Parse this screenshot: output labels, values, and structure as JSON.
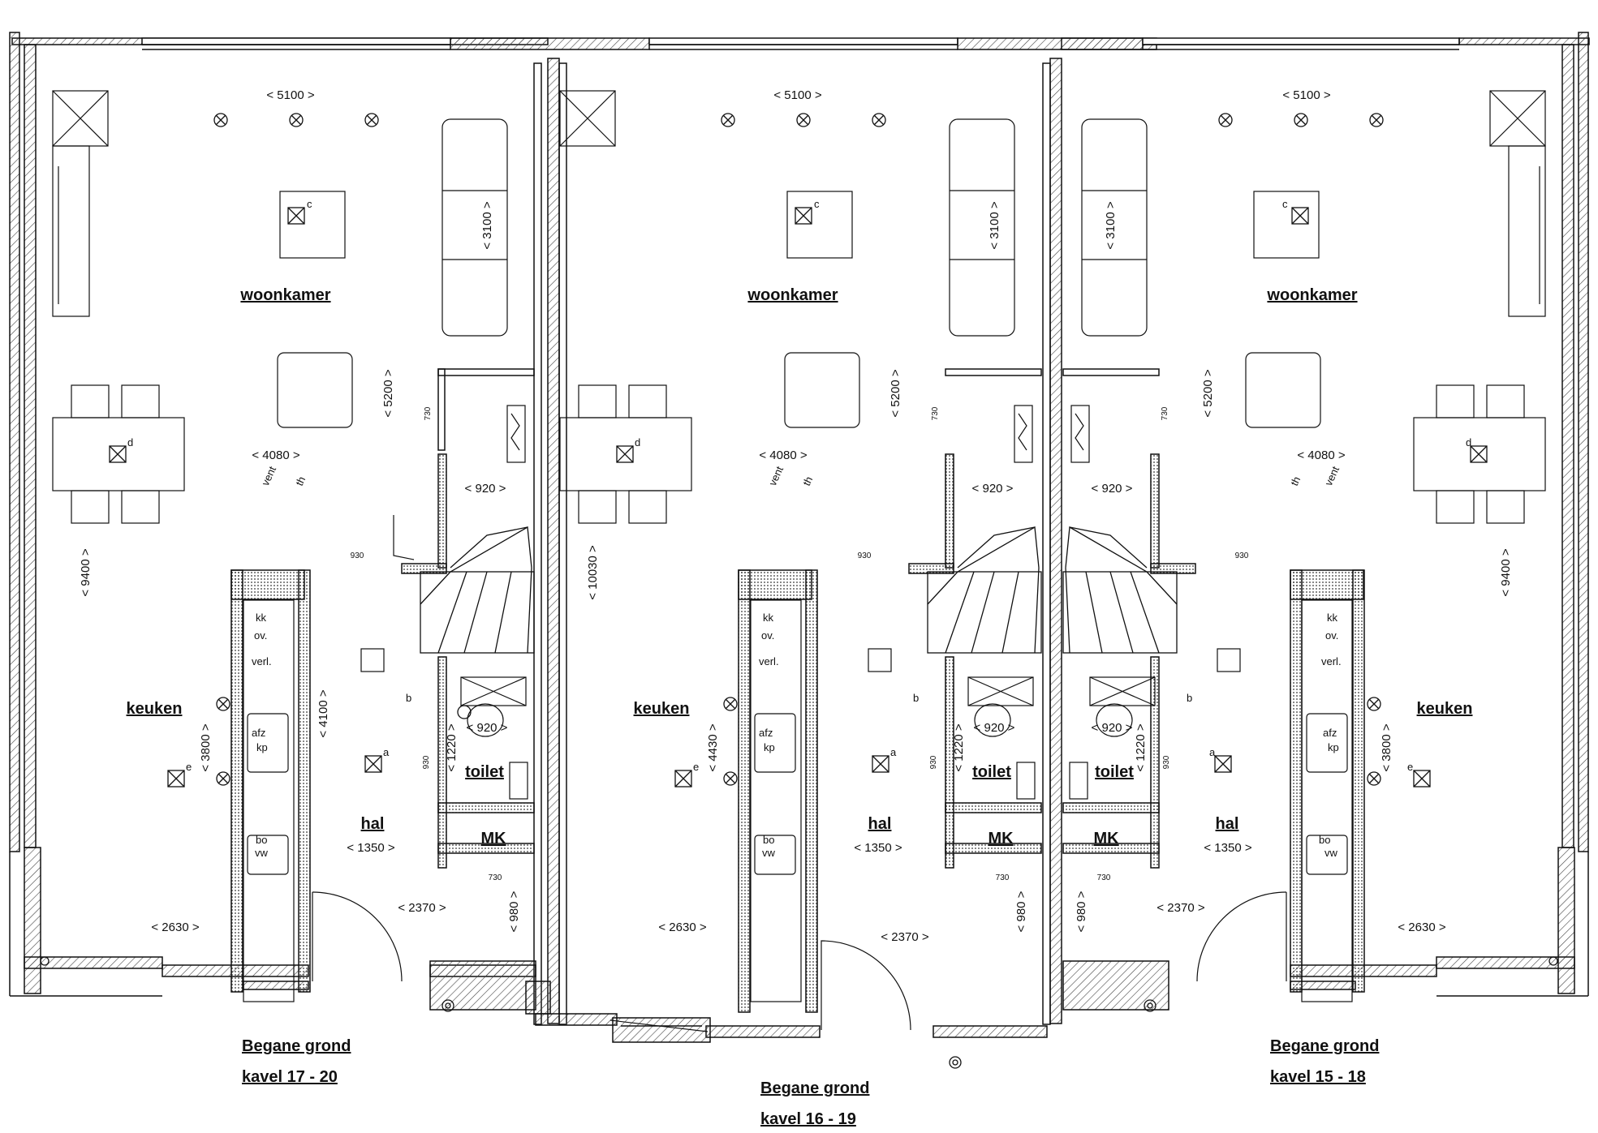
{
  "units": [
    {
      "caption1": "Begane grond",
      "caption2": "kavel 17 - 20",
      "woonkamer": "woonkamer",
      "keuken": "keuken",
      "hal": "hal",
      "toilet": "toilet",
      "mk": "MK",
      "dim_5100": "< 5100 >",
      "dim_3100": "< 3100 >",
      "dim_5200": "< 5200 >",
      "dim_4080": "< 4080 >",
      "dim_920a": "< 920 >",
      "dim_920b": "< 920 >",
      "dim_depth": "< 9400 >",
      "dim_3800": "< 3800 >",
      "dim_4100": "< 4100 >",
      "dim_1220": "< 1220 >",
      "dim_1350": "< 1350 >",
      "dim_2370": "< 2370 >",
      "dim_980": "< 980 >",
      "dim_2630": "< 2630 >",
      "door_930": "930",
      "door_730a": "730",
      "door_730b": "730",
      "door_930b": "930",
      "lbl_c": "c",
      "lbl_d": "d",
      "lbl_e": "e",
      "lbl_a": "a",
      "lbl_b": "b",
      "lbl_vent": "vent",
      "lbl_th": "th",
      "lbl_kk": "kk",
      "lbl_ov": "ov.",
      "lbl_verl": "verl.",
      "lbl_afz": "afz",
      "lbl_kp": "kp",
      "lbl_bo": "bo",
      "lbl_vw": "vw"
    },
    {
      "caption1": "Begane grond",
      "caption2": "kavel 16 - 19",
      "woonkamer": "woonkamer",
      "keuken": "keuken",
      "hal": "hal",
      "toilet": "toilet",
      "mk": "MK",
      "dim_5100": "< 5100 >",
      "dim_3100": "< 3100 >",
      "dim_5200": "< 5200 >",
      "dim_4080": "< 4080 >",
      "dim_920a": "< 920 >",
      "dim_920b": "< 920 >",
      "dim_depth": "< 10030 >",
      "dim_3800": "< 4430 >",
      "dim_4100": "",
      "dim_1220": "< 1220 >",
      "dim_1350": "< 1350 >",
      "dim_2370": "< 2370 >",
      "dim_980": "< 980 >",
      "dim_2630": "< 2630 >",
      "door_930": "930",
      "door_730a": "730",
      "door_730b": "730",
      "door_930b": "930",
      "lbl_c": "c",
      "lbl_d": "d",
      "lbl_e": "e",
      "lbl_a": "a",
      "lbl_b": "b",
      "lbl_vent": "vent",
      "lbl_th": "th",
      "lbl_kk": "kk",
      "lbl_ov": "ov.",
      "lbl_verl": "verl.",
      "lbl_afz": "afz",
      "lbl_kp": "kp",
      "lbl_bo": "bo",
      "lbl_vw": "vw"
    },
    {
      "caption1": "Begane grond",
      "caption2": "kavel 15 - 18",
      "woonkamer": "woonkamer",
      "keuken": "keuken",
      "hal": "hal",
      "toilet": "toilet",
      "mk": "MK",
      "dim_5100": "< 5100 >",
      "dim_3100": "< 3100 >",
      "dim_5200": "< 5200 >",
      "dim_4080": "< 4080 >",
      "dim_920a": "< 920 >",
      "dim_920b": "< 920 >",
      "dim_depth": "< 9400 >",
      "dim_3800": "< 3800 >",
      "dim_4100": "",
      "dim_1220": "< 1220 >",
      "dim_1350": "< 1350 >",
      "dim_2370": "< 2370 >",
      "dim_980": "< 980 >",
      "dim_2630": "< 2630 >",
      "door_930": "930",
      "door_730a": "730",
      "door_730b": "730",
      "door_930b": "930",
      "lbl_c": "c",
      "lbl_d": "d",
      "lbl_e": "e",
      "lbl_a": "a",
      "lbl_b": "b",
      "lbl_vent": "vent",
      "lbl_th": "th",
      "lbl_kk": "kk",
      "lbl_ov": "ov.",
      "lbl_verl": "verl.",
      "lbl_afz": "afz",
      "lbl_kp": "kp",
      "lbl_bo": "bo",
      "lbl_vw": "vw"
    }
  ],
  "colors": {
    "line": "#111111",
    "hatch": "#555555",
    "fill": "#ffffff"
  }
}
